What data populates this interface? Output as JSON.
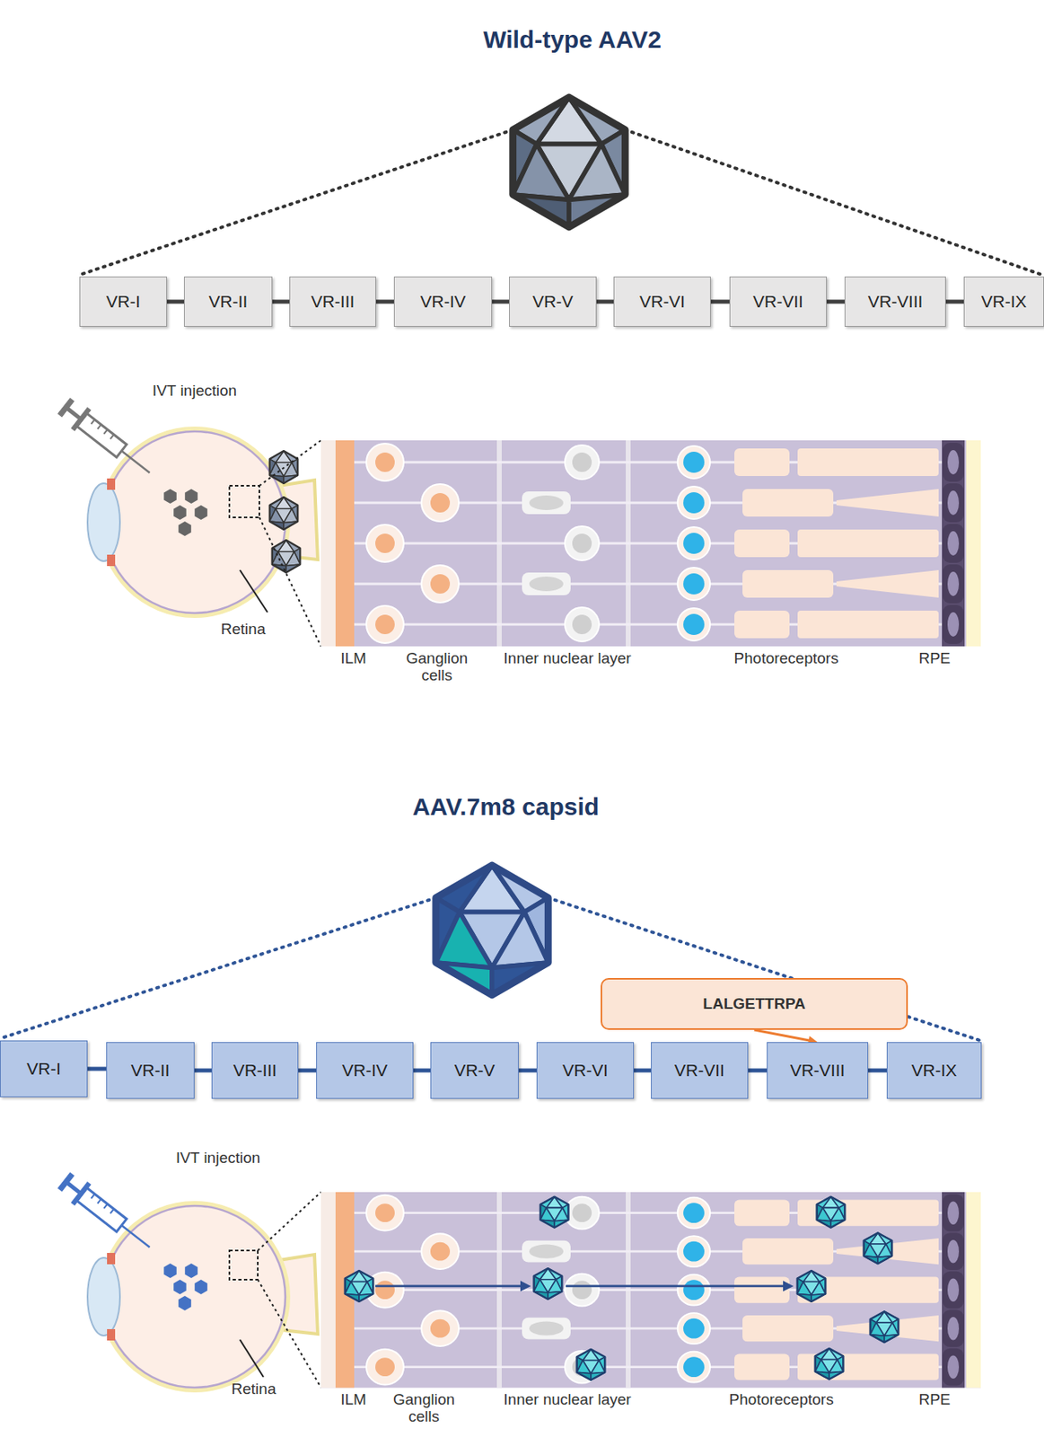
{
  "diagram": {
    "nodes": [
      {
        "text": [
          "VR-I"
        ]
      },
      {
        "text": [
          "VR-II"
        ]
      },
      {
        "text": [
          "VR-III"
        ]
      },
      {
        "text": [
          "VR-IV"
        ]
      },
      {
        "text": [
          "VR-V"
        ]
      },
      {
        "text": [
          "VR-VI"
        ]
      },
      {
        "text": [
          "VR-VII"
        ]
      },
      {
        "text": [
          "VR-VIII"
        ]
      },
      {
        "text": [
          "VR-IX"
        ]
      },
      {
        "text": [
          "LALGETTRPA"
        ]
      },
      {
        "text": [
          "VR-I"
        ]
      },
      {
        "text": [
          "VR-II"
        ]
      },
      {
        "text": [
          "VR-III"
        ]
      },
      {
        "text": [
          "VR-IV"
        ]
      },
      {
        "text": [
          "VR-V"
        ]
      },
      {
        "text": [
          "VR-VI"
        ]
      },
      {
        "text": [
          "VR-VII"
        ]
      },
      {
        "text": [
          "VR-VIII"
        ]
      },
      {
        "text": [
          "VR-IX"
        ]
      }
    ],
    "edges": [
      {
        "from": 0,
        "to": 1,
        "arrow": "none"
      },
      {
        "from": 1,
        "to": 2,
        "arrow": "none"
      },
      {
        "from": 2,
        "to": 3,
        "arrow": "none"
      },
      {
        "from": 3,
        "to": 4,
        "arrow": "none"
      },
      {
        "from": 4,
        "to": 5,
        "arrow": "none"
      },
      {
        "from": 5,
        "to": 6,
        "arrow": "none"
      },
      {
        "from": 6,
        "to": 7,
        "arrow": "none"
      },
      {
        "from": 7,
        "to": 8,
        "arrow": "none"
      },
      {
        "from": 9,
        "to": 17,
        "arrow": "to"
      },
      {
        "from": 10,
        "to": 11,
        "arrow": "none"
      },
      {
        "from": 11,
        "to": 12,
        "arrow": "none"
      },
      {
        "from": 12,
        "to": 13,
        "arrow": "none"
      },
      {
        "from": 13,
        "to": 14,
        "arrow": "none"
      },
      {
        "from": 14,
        "to": 15,
        "arrow": "none"
      },
      {
        "from": 15,
        "to": 16,
        "arrow": "none"
      },
      {
        "from": 16,
        "to": 17,
        "arrow": "none"
      },
      {
        "from": 17,
        "to": 18,
        "arrow": "none"
      }
    ],
    "labels": [
      "Wild-type AAV2",
      "IVT injection",
      "Retina",
      "ILM",
      "Ganglion cells",
      "Inner nuclear layer",
      "Photoreceptors",
      "RPE",
      "AAV.7m8 capsid",
      "IVT injection",
      "Retina",
      "ILM",
      "Ganglion cells",
      "Inner nuclear layer",
      "Photoreceptors",
      "RPE"
    ]
  }
}
